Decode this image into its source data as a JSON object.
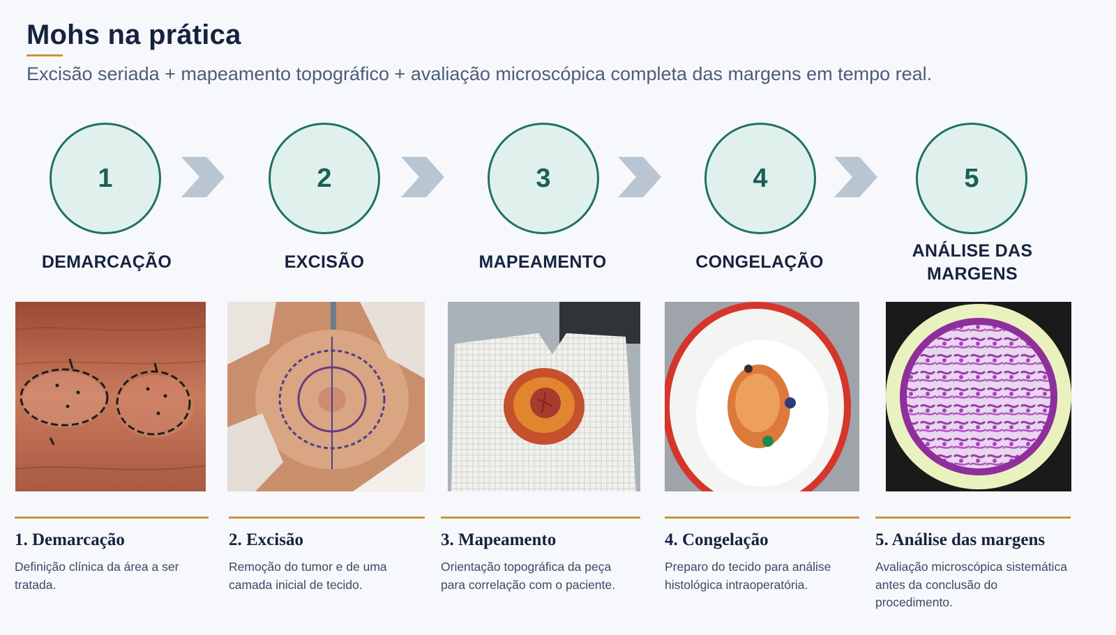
{
  "header": {
    "title": "Mohs na prática",
    "subtitle": "Excisão seriada + mapeamento topográfico + avaliação microscópica completa das margens em tempo real."
  },
  "colors": {
    "accent": "#c9953a",
    "circle_border": "#1f7165",
    "circle_fill": "#e0f1ed",
    "arrow": "#b9c6d2",
    "heading": "#16233f"
  },
  "steps": [
    {
      "number": "1",
      "label": "DEMARCAÇÃO",
      "image": "marked-skin-lesions-photo"
    },
    {
      "number": "2",
      "label": "EXCISÃO",
      "image": "surgical-excision-photo"
    },
    {
      "number": "3",
      "label": "MAPEAMENTO",
      "image": "tissue-on-gauze-photo"
    },
    {
      "number": "4",
      "label": "CONGELAÇÃO",
      "image": "frozen-tissue-specimen-photo"
    },
    {
      "number": "5",
      "label": "ANÁLISE DAS MARGENS",
      "image": "microscopic-slide-photo"
    }
  ],
  "cards": [
    {
      "title": "1. Demarcação",
      "description": "Definição clínica da área a ser tratada."
    },
    {
      "title": "2. Excisão",
      "description": "Remoção do tumor e de uma camada inicial de tecido."
    },
    {
      "title": "3. Mapeamento",
      "description": "Orientação topográfica da peça para correlação com o paciente."
    },
    {
      "title": "4. Congelação",
      "description": "Preparo do tecido para análise histológica intraoperatória."
    },
    {
      "title": "5. Análise das margens",
      "description": "Avaliação microscópica sistemática antes da conclusão do procedimento."
    }
  ]
}
